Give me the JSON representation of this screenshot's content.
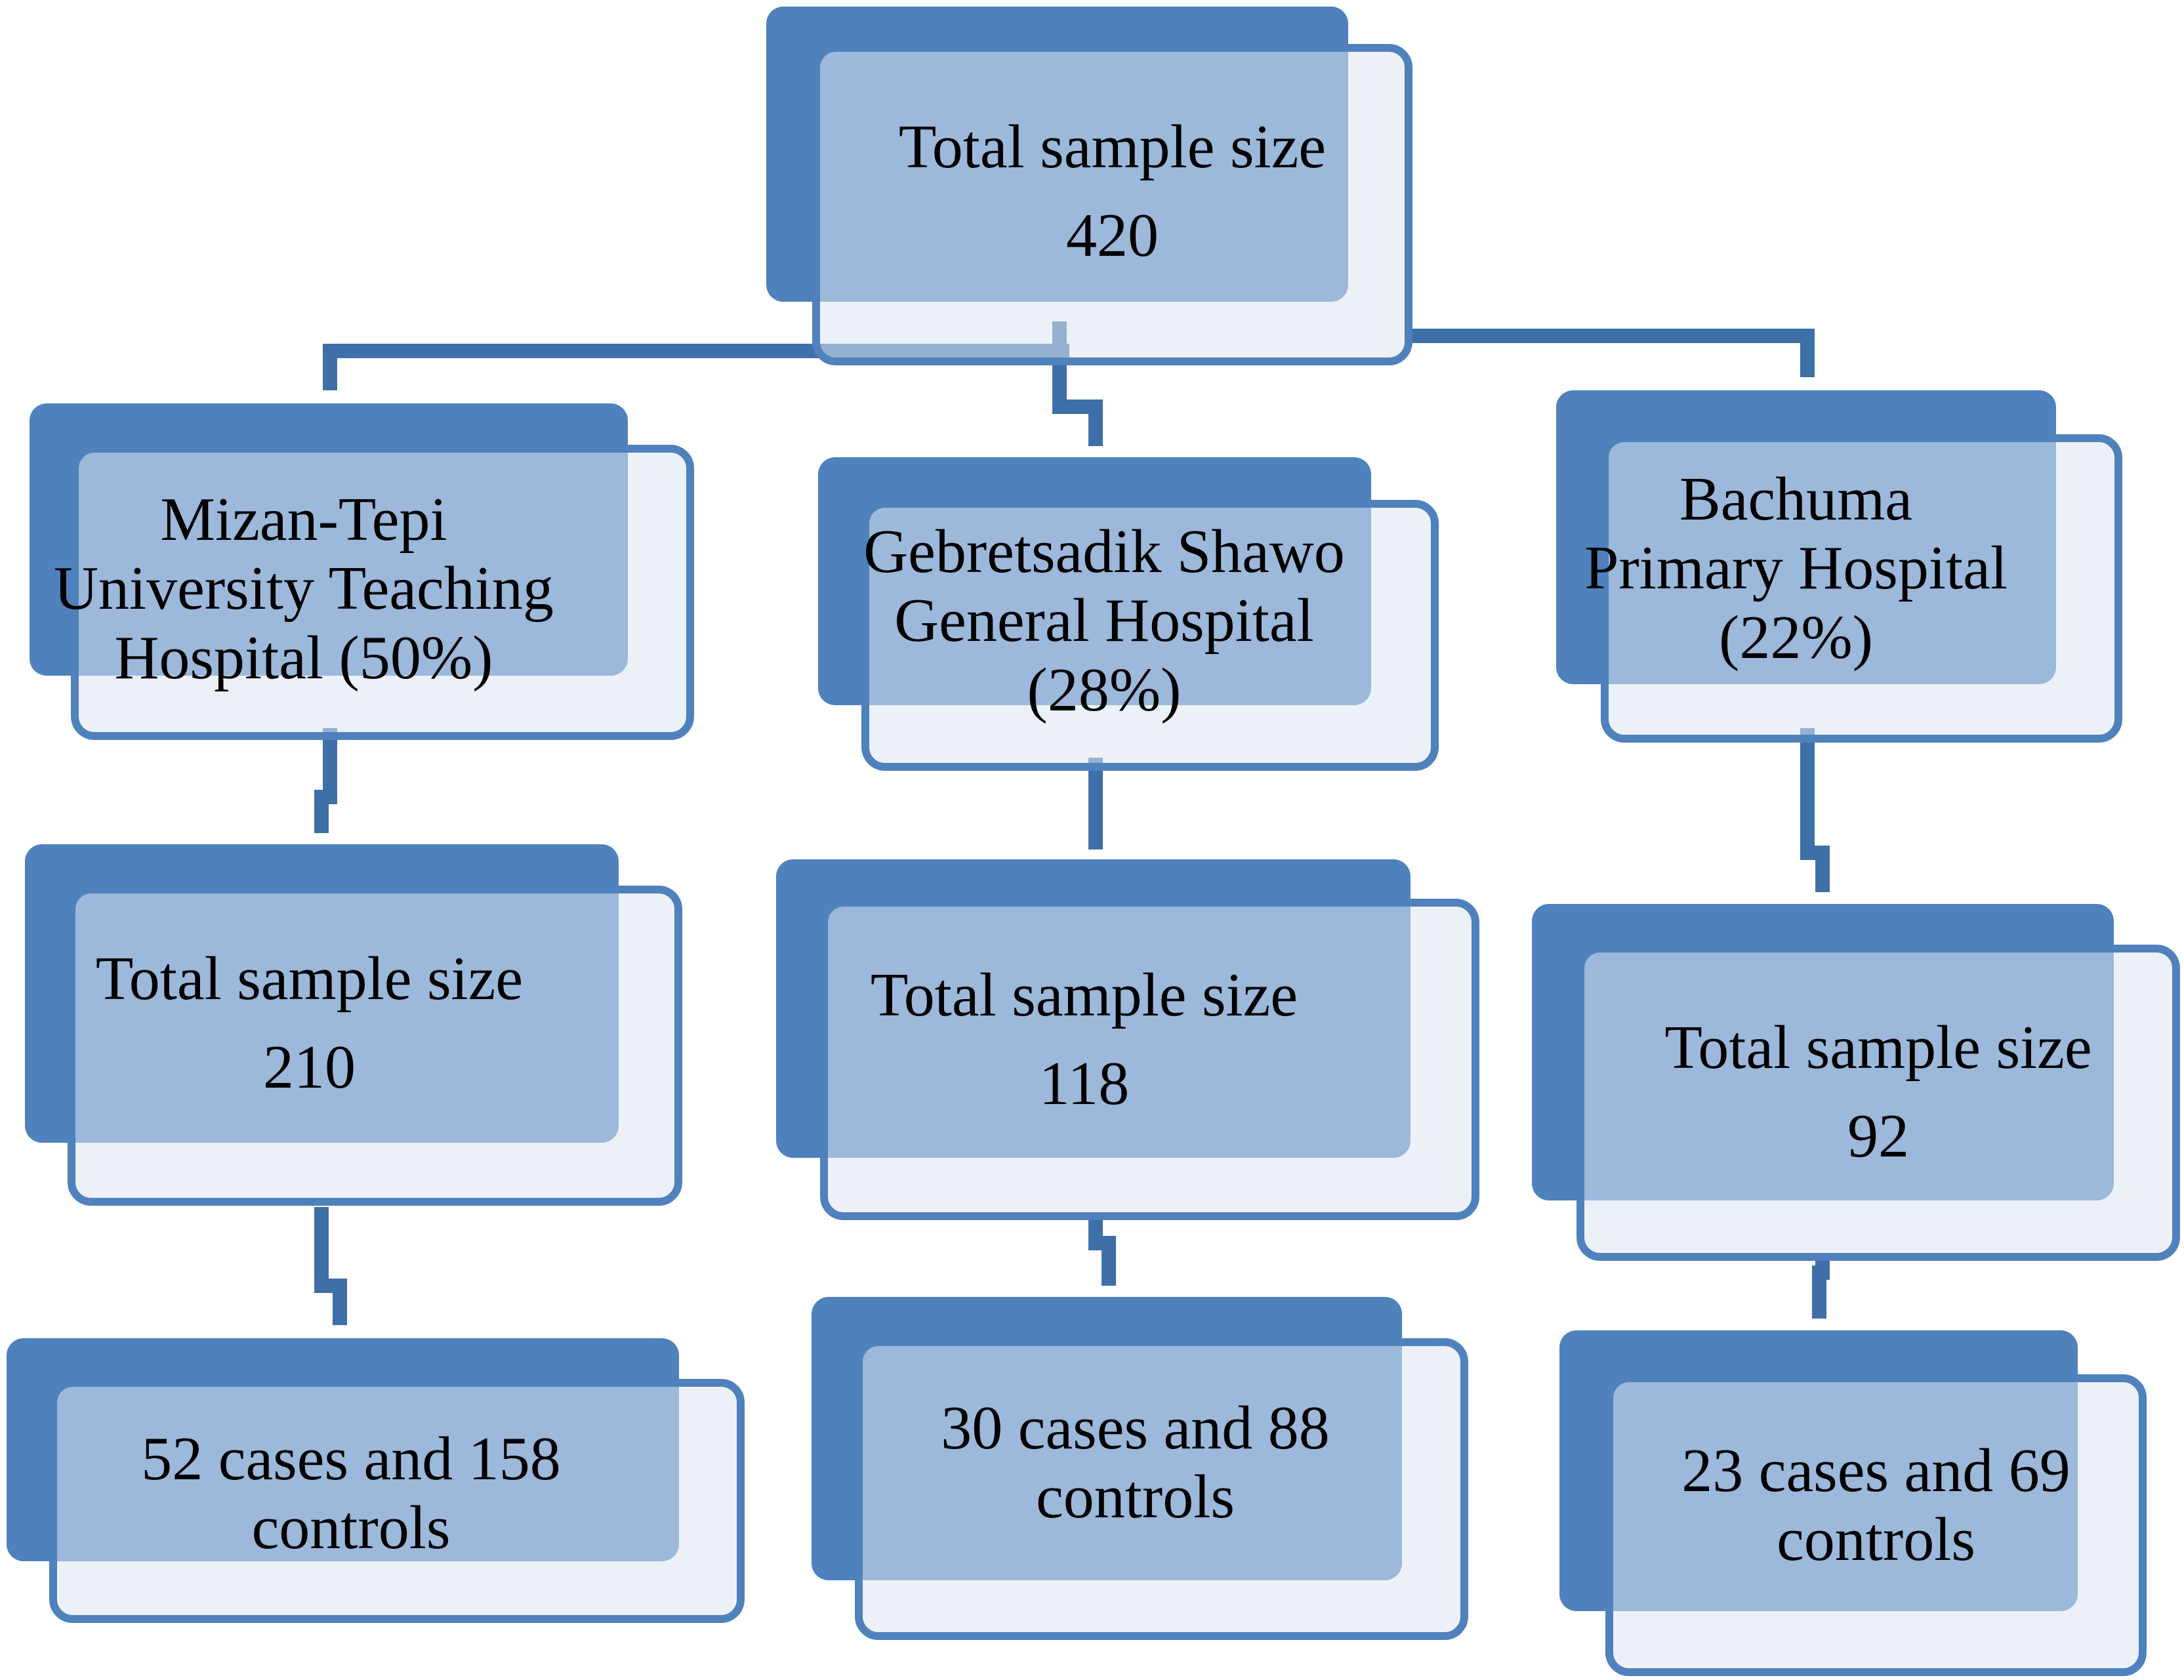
{
  "colors": {
    "accent": "#4f81bd",
    "connector": "#3e6fa8",
    "card_fill": "#e7eef7",
    "text": "#000000"
  },
  "root": {
    "line1": "Total sample size",
    "line2": "420"
  },
  "hospitals": [
    {
      "name_lines": [
        "Mizan-Tepi",
        "University Teaching",
        "Hospital (50%)"
      ],
      "sample_label": "Total sample size",
      "sample_value": "210",
      "outcome_lines": [
        "52 cases and 158",
        "controls"
      ]
    },
    {
      "name_lines": [
        "Gebretsadik Shawo",
        "General Hospital",
        "(28%)"
      ],
      "sample_label": "Total sample size",
      "sample_value": "118",
      "outcome_lines": [
        "30 cases and 88",
        "controls"
      ]
    },
    {
      "name_lines": [
        "Bachuma",
        "Primary Hospital",
        "(22%)"
      ],
      "sample_label": "Total sample size",
      "sample_value": "92",
      "outcome_lines": [
        "23 cases and 69",
        "controls"
      ]
    }
  ]
}
